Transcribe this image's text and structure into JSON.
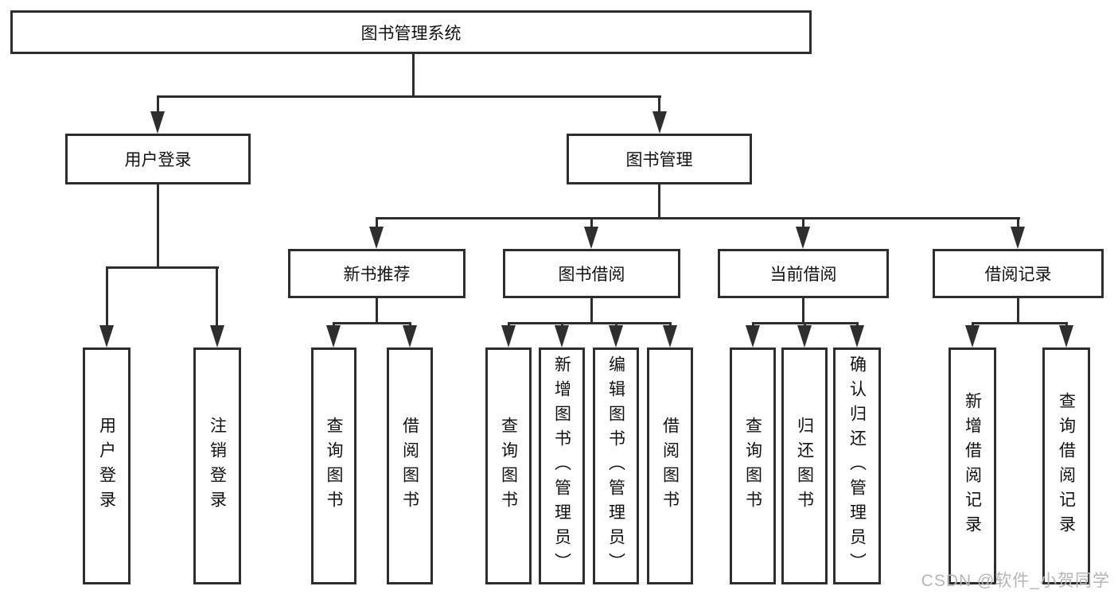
{
  "nodes": {
    "root": "图书管理系统",
    "user_login": "用户登录",
    "book_management": "图书管理",
    "new_book_recommend": "新书推荐",
    "book_borrow": "图书借阅",
    "current_borrow": "当前借阅",
    "borrow_records": "借阅记录"
  },
  "leaves": {
    "user_login": [
      "用户登录",
      "注销登录"
    ],
    "new_book_recommend": [
      "查询图书",
      "借阅图书"
    ],
    "book_borrow": [
      "查询图书",
      "新增图书（管理员）",
      "编辑图书（管理员）",
      "借阅图书"
    ],
    "current_borrow": [
      "查询图书",
      "归还图书",
      "确认归还（管理员）"
    ],
    "borrow_records": [
      "新增借阅记录",
      "查询借阅记录"
    ]
  },
  "watermark": "CSDN @软件_小贺同学",
  "colors": {
    "line": "#2e2e2e",
    "text": "#111111",
    "watermark": "#b5b5b5",
    "background": "#ffffff"
  }
}
